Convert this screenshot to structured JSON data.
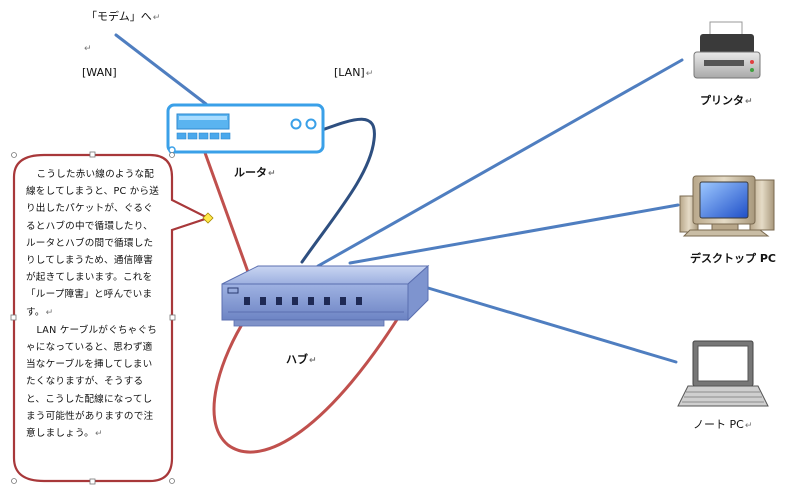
{
  "labels": {
    "modem": "「モデム」へ",
    "wan": "[WAN]",
    "lan": "[LAN]",
    "router": "ルータ",
    "hub": "ハブ",
    "printer": "プリンタ",
    "desktop": "デスクトップ PC",
    "notebook": "ノート PC"
  },
  "callout": {
    "paragraph1": "こうした赤い線のような配線をしてしまうと、PC から送り出したパケットが、ぐるぐるとハブの中で循環したり、ルータとハブの間で循環したりしてしまうため、通信障害が起きてしまいます。これを「ループ障害」と呼んでいます。",
    "paragraph2": "LAN ケーブルがぐちゃぐちゃになっていると、思わず適当なケーブルを挿してしまいたくなりますが、そうすると、こうした配線になってしまう可能性がありますので注意しましょう。"
  },
  "colors": {
    "blue_line": "#4f7ec0",
    "dark_blue_line": "#2e4f80",
    "red_line": "#c0504d",
    "router_outline": "#3aa0e8",
    "callout_border": "#a8383a",
    "hub_body": "#8fa3d8"
  },
  "icons": [
    "router-icon",
    "hub-icon",
    "printer-icon",
    "desktop-pc-icon",
    "notebook-pc-icon"
  ]
}
